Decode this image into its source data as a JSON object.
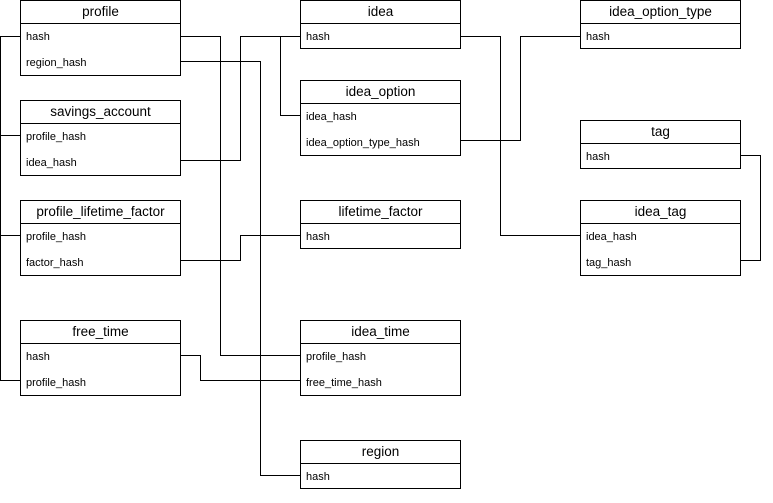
{
  "tables": {
    "profile": {
      "title": "profile",
      "fields": [
        "hash",
        "region_hash"
      ]
    },
    "savings_account": {
      "title": "savings_account",
      "fields": [
        "profile_hash",
        "idea_hash"
      ]
    },
    "profile_lifetime_factor": {
      "title": "profile_lifetime_factor",
      "fields": [
        "profile_hash",
        "factor_hash"
      ]
    },
    "free_time": {
      "title": "free_time",
      "fields": [
        "hash",
        "profile_hash"
      ]
    },
    "idea": {
      "title": "idea",
      "fields": [
        "hash"
      ]
    },
    "idea_option": {
      "title": "idea_option",
      "fields": [
        "idea_hash",
        "idea_option_type_hash"
      ]
    },
    "lifetime_factor": {
      "title": "lifetime_factor",
      "fields": [
        "hash"
      ]
    },
    "idea_time": {
      "title": "idea_time",
      "fields": [
        "profile_hash",
        "free_time_hash"
      ]
    },
    "region": {
      "title": "region",
      "fields": [
        "hash"
      ]
    },
    "idea_option_type": {
      "title": "idea_option_type",
      "fields": [
        "hash"
      ]
    },
    "tag": {
      "title": "tag",
      "fields": [
        "hash"
      ]
    },
    "idea_tag": {
      "title": "idea_tag",
      "fields": [
        "idea_hash",
        "tag_hash"
      ]
    }
  }
}
